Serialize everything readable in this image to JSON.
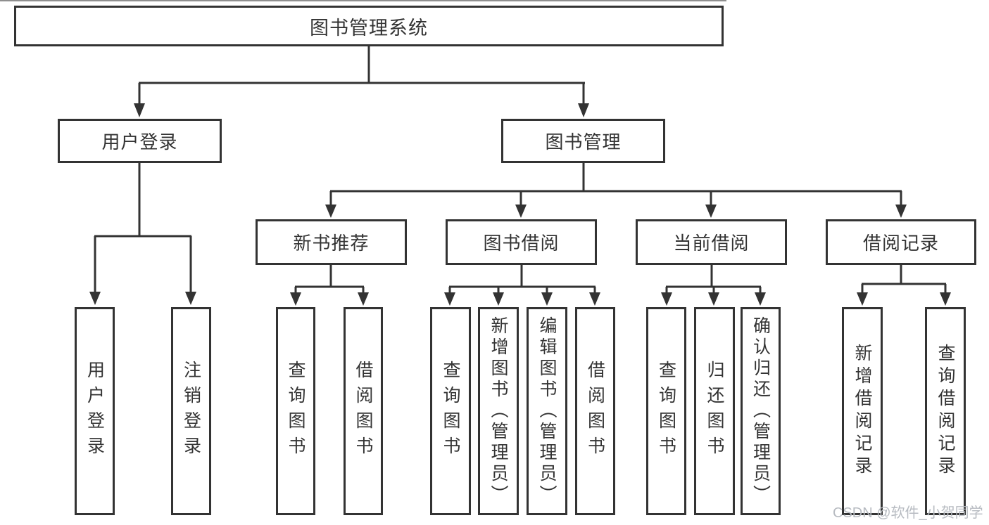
{
  "diagram": {
    "root_label": "图书管理系统",
    "branches": [
      {
        "label": "用户登录",
        "children": [
          "用户登录",
          "注销登录"
        ]
      },
      {
        "label": "图书管理",
        "groups": [
          {
            "label": "新书推荐",
            "children": [
              "查询图书",
              "借阅图书"
            ]
          },
          {
            "label": "图书借阅",
            "children": [
              "查询图书",
              "新增图书（管理员）",
              "编辑图书（管理员）",
              "借阅图书"
            ]
          },
          {
            "label": "当前借阅",
            "children": [
              "查询图书",
              "归还图书",
              "确认归还（管理员）"
            ]
          },
          {
            "label": "借阅记录",
            "children": [
              "新增借阅记录",
              "查询借阅记录"
            ]
          }
        ]
      }
    ]
  },
  "watermark": "CSDN @软件_小贺同学",
  "colors": {
    "line": "#333333",
    "text": "#333333",
    "box_background": "#ffffff",
    "page_background": "#ffffff",
    "watermark": "#b7bbc1"
  }
}
